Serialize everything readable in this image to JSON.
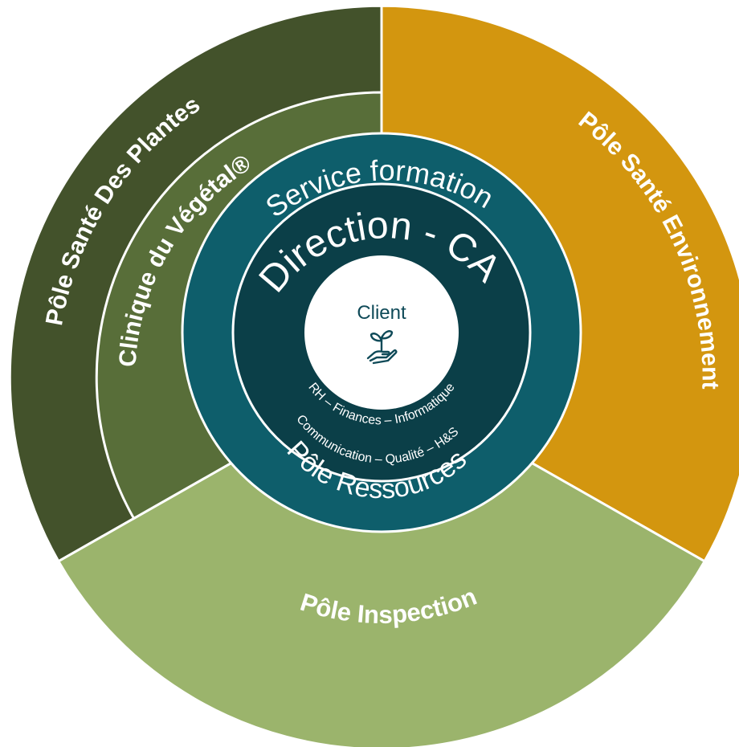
{
  "diagram": {
    "outer_ring": {
      "left": {
        "label": "Pôle Santé Des Plantes",
        "color": "#43522b"
      },
      "right": {
        "label": "Pôle Santé Environnement",
        "color": "#d3960f"
      },
      "bottom": {
        "label": "Pôle Inspection",
        "color": "#9bb46c"
      }
    },
    "inner_ring": {
      "left": {
        "label": "Clinique du Végétal®",
        "color": "#586e39"
      }
    },
    "core": {
      "outer_color": "#0e5e6b",
      "inner_color": "#0b3f48",
      "service_label": "Service formation",
      "direction_label": "Direction - CA",
      "resources_line1": "RH – Finances – Informatique",
      "resources_line2": "Communication – Qualité – H&S",
      "resources_label": "Pôle Ressources"
    },
    "client": {
      "label": "Client",
      "icon": "plant-in-hand-icon",
      "color": "#ffffff",
      "text_color": "#0f4a58"
    }
  }
}
